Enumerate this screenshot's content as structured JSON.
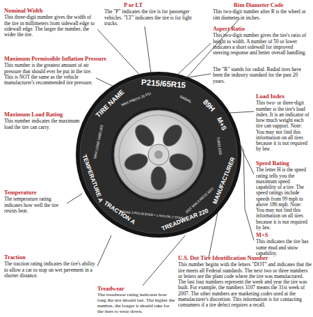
{
  "diagram": {
    "labels": [
      "P or LT",
      "The \"P\" indicates the tire is for passenger vehicles. \"LT\" indicates the tire is for light trucks.",
      "Rim Diameter Code",
      "This two-digit number after R is the wheel or rim diameter in inches.",
      "Nominal Width",
      "This three-digit number gives the width of the tire in millimeters from sidewall edge to sidewall edge. The larger the number, the wider the tire.",
      "Aspect Ratio",
      "This two-digit number gives the tire's ratio of height to width. A number of 50 or lower indicates a short sidewall for improved steering response and better overall handling.",
      "The \"R\" stands for radial. Radial tires have been the industry standard for the past 20 years.",
      "Maximum Permissible Inflation Pressure",
      "This number is the greatest amount of air pressure that should ever be put in the tire. This is NOT the same as the vehicle manufacturer's recommended tire pressure.",
      "Load Index",
      "This two- or three-digit number is the tire's load index. It is an indicator of how much weight each tire can support. Note: You may not find this information on all tires because it is not required by law.",
      "Maximum Load Rating",
      "This number indicates the maximum load the tire can carry.",
      "Speed Rating",
      "The letter H is the speed rating tells you the maximum speed capability of a tire. The speed ratings include speeds from 99 mph to above 186 mph. Note: You may not find this information on all tires because it is not required by law.",
      "Temperature",
      "The temperature rating indicates how well the tire resists heat.",
      "M+S",
      "This indicates the tire has some mud and snow capability.",
      "Traction",
      "The traction rating indicates the tire's ability to allow a car to stop on wet pavement in a shorter distance.",
      "U.S. Dot Tire Identification Number",
      "This number begins with the letters \"DOT\" and indicates that the tire meets all Federal standards. The next two or three numbers or letters are the plant code where the tire was manufactured. The last four numbers represent the week and year the tire was built. For example, the numbers 3107 means the 31st week of 2007. The other numbers are marketing codes used at the manufacturer's discretion. This information is for contacting consumers if a tire defect requires a recall.",
      "Treadwear",
      "The treadwear rating indicates how long the tire should last. The higher the number, the longer it should take for the tires to wear down.",
      "P215/65R15",
      "89H",
      "M+S",
      "TIRE NAME",
      "MANUFACTURER",
      "TEMPERATURE A",
      "TRACTION A",
      "TREADWEAR 220",
      "MAX PRESS 35 PSI",
      "RADIAL",
      "TUBELESS",
      "MAX LOAD 1400 LBS",
      "DOT MAL9 ABCD 3107",
      "TREAD 2 POLYESTER + 1 NYLON, 2 STEEL"
    ]
  }
}
